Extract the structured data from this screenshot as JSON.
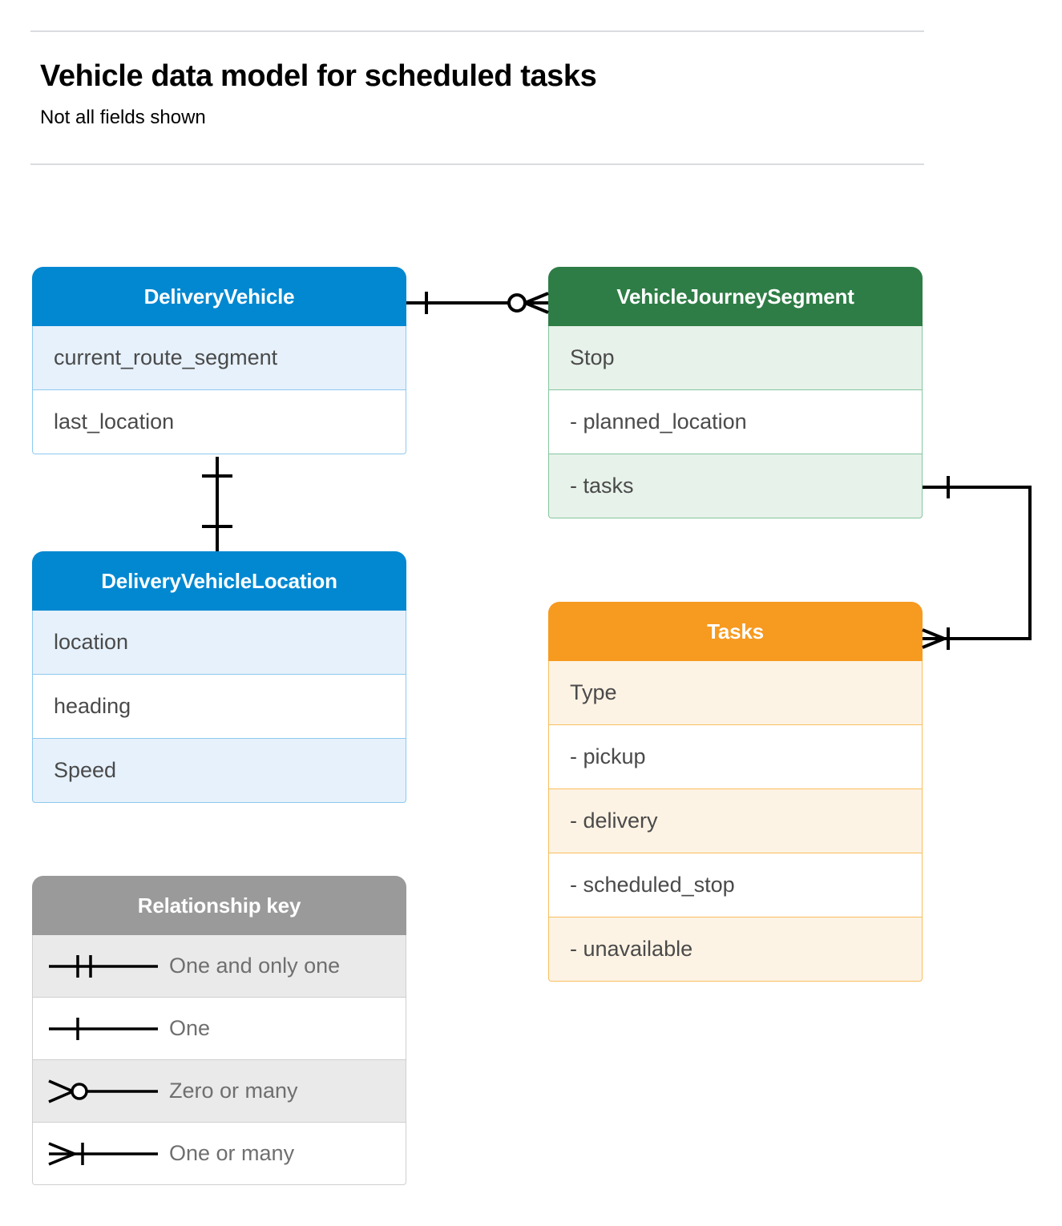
{
  "header": {
    "title": "Vehicle data model for scheduled tasks",
    "subtitle": "Not all fields shown"
  },
  "colors": {
    "blue": "#0288d1",
    "blue_tint": "#e6f1fb",
    "blue_border": "#8ec9f0",
    "green": "#2e7d46",
    "green_tint": "#e7f2ea",
    "green_border": "#84c7a0",
    "orange": "#f79a20",
    "orange_tint": "#fdf3e4",
    "orange_border": "#f9be5e",
    "gray": "#9a9a9a",
    "gray_tint": "#eaeaea",
    "line": "#000000",
    "rule": "#dadce0",
    "text": "#4a4a4a"
  },
  "entities": [
    {
      "id": "delivery-vehicle",
      "name": "DeliveryVehicle",
      "theme": "blue",
      "rows": [
        {
          "label": "current_route_segment",
          "tint": true
        },
        {
          "label": "last_location",
          "tint": false
        }
      ]
    },
    {
      "id": "journey-segment",
      "name": "VehicleJourneySegment",
      "theme": "green",
      "rows": [
        {
          "label": "Stop",
          "tint": true
        },
        {
          "label": "-  planned_location",
          "tint": false
        },
        {
          "label": "- tasks",
          "tint": true
        }
      ]
    },
    {
      "id": "vehicle-location",
      "name": "DeliveryVehicleLocation",
      "theme": "blue",
      "rows": [
        {
          "label": "location",
          "tint": true
        },
        {
          "label": "heading",
          "tint": false
        },
        {
          "label": "Speed",
          "tint": true
        }
      ]
    },
    {
      "id": "tasks",
      "name": "Tasks",
      "theme": "orange",
      "rows": [
        {
          "label": "Type",
          "tint": true
        },
        {
          "label": "-  pickup",
          "tint": false
        },
        {
          "label": "-  delivery",
          "tint": true
        },
        {
          "label": "-  scheduled_stop",
          "tint": false
        },
        {
          "label": "-  unavailable",
          "tint": true
        }
      ]
    }
  ],
  "legend": {
    "title": "Relationship key",
    "items": [
      {
        "symbol": "one-and-only-one-icon",
        "label": "One and only one",
        "tint": true
      },
      {
        "symbol": "one-icon",
        "label": "One",
        "tint": false
      },
      {
        "symbol": "zero-or-many-icon",
        "label": "Zero or many",
        "tint": true
      },
      {
        "symbol": "one-or-many-icon",
        "label": "One or many",
        "tint": false
      }
    ]
  },
  "relationships": [
    {
      "id": "vehicle-to-segment",
      "from": "DeliveryVehicle",
      "to": "VehicleJourneySegment",
      "from_cardinality": "One",
      "to_cardinality": "Zero or many"
    },
    {
      "id": "vehicle-to-location",
      "from": "DeliveryVehicle",
      "to": "DeliveryVehicleLocation",
      "from_cardinality": "One",
      "to_cardinality": "One"
    },
    {
      "id": "segment-tasks-to-tasks",
      "from": "VehicleJourneySegment.tasks",
      "to": "Tasks",
      "from_cardinality": "One",
      "to_cardinality": "One or many"
    }
  ]
}
